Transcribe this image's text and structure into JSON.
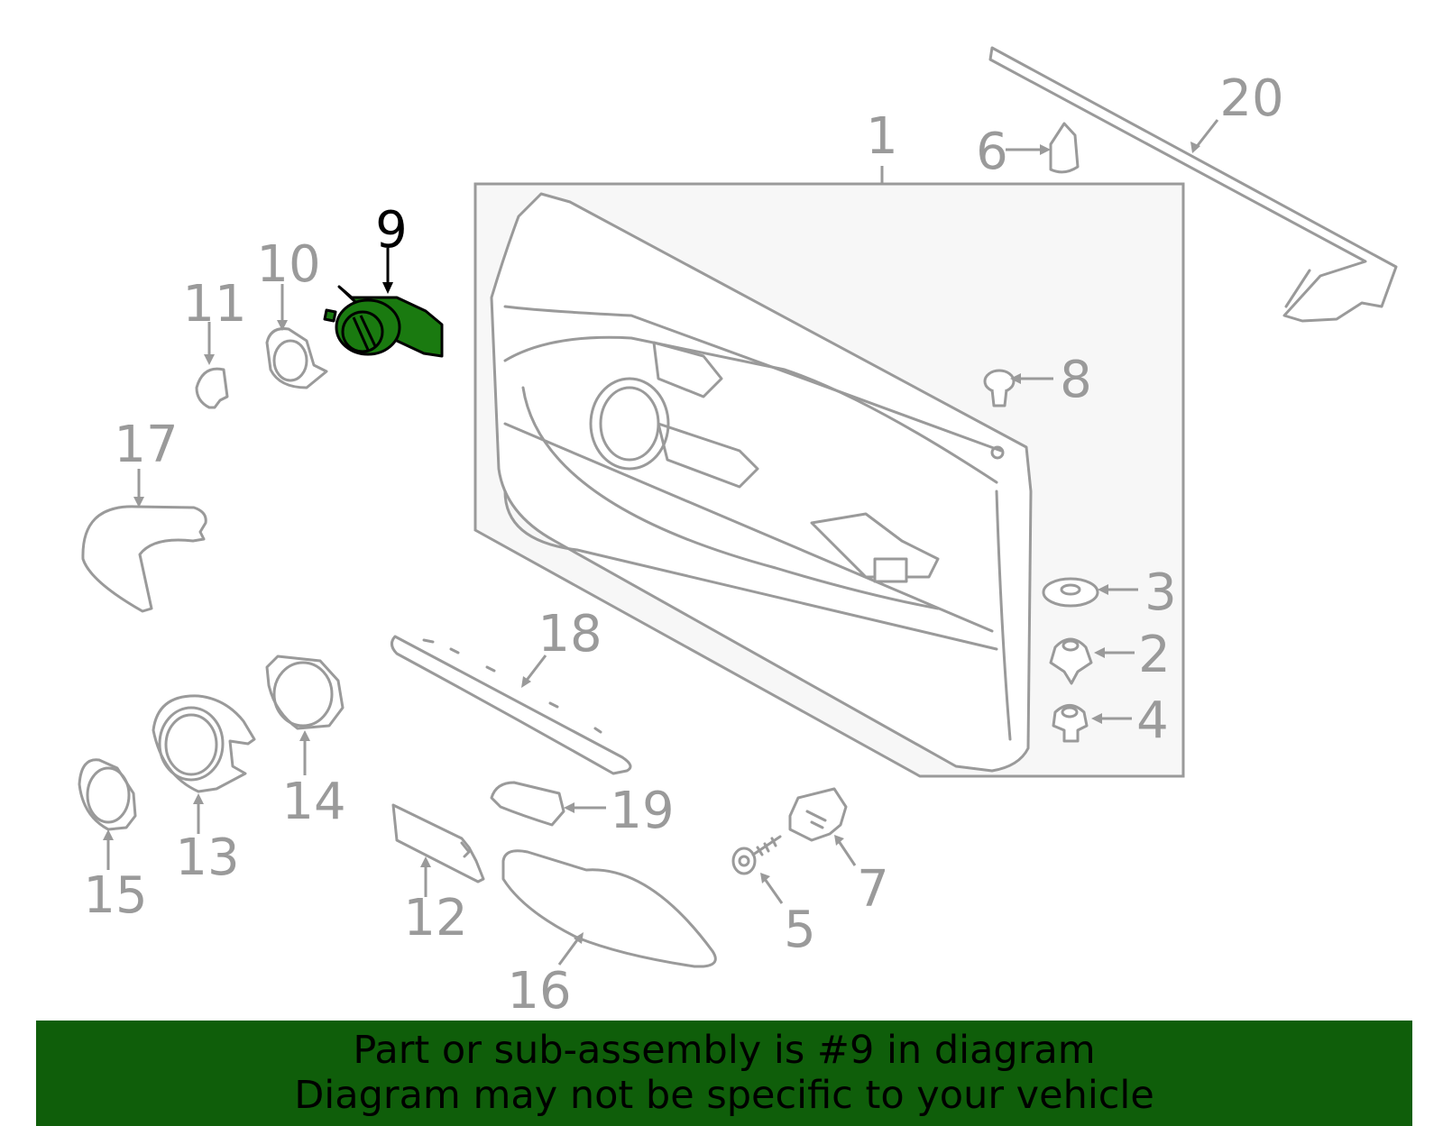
{
  "callouts": {
    "c1": "1",
    "c2": "2",
    "c3": "3",
    "c4": "4",
    "c5": "5",
    "c6": "6",
    "c7": "7",
    "c8": "8",
    "c9": "9",
    "c10": "10",
    "c11": "11",
    "c12": "12",
    "c13": "13",
    "c14": "14",
    "c15": "15",
    "c16": "16",
    "c17": "17",
    "c18": "18",
    "c19": "19",
    "c20": "20"
  },
  "banner": {
    "line1": "Part or sub-assembly is #9 in diagram",
    "line2": "Diagram may not be specific to your vehicle"
  },
  "colors": {
    "highlight": "#1a7a10",
    "banner": "#0f5e0a",
    "lineart": "#9a9a9a"
  }
}
